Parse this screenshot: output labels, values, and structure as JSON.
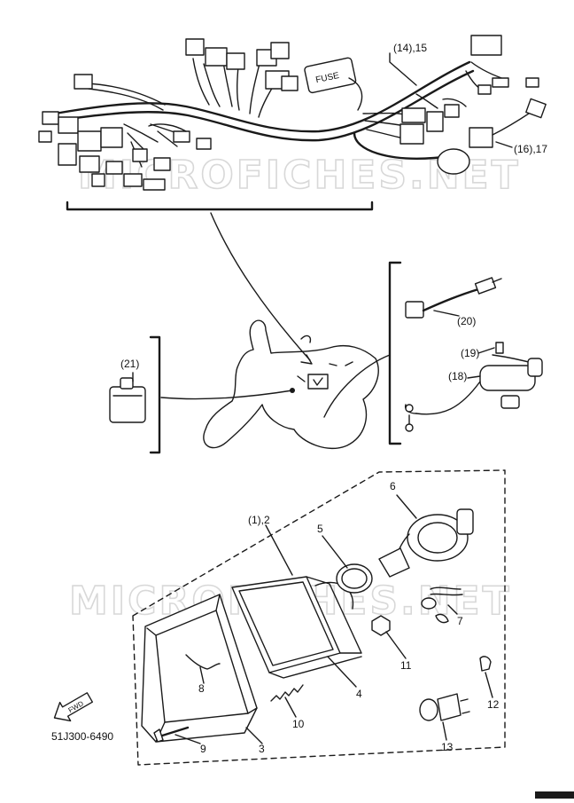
{
  "watermark": "MICROFICHES.NET",
  "diagram_code": "51J300-6490",
  "fwd_label": "FWD",
  "fuse_label": "FUSE",
  "callouts": {
    "c14": "(14),15",
    "c16": "(16),17",
    "c20": "(20)",
    "c19": "(19)",
    "c18": "(18)",
    "c21": "(21)",
    "c1": "(1),2",
    "c3": "3",
    "c4": "4",
    "c5": "5",
    "c6": "6",
    "c7": "7",
    "c8": "8",
    "c9": "9",
    "c10": "10",
    "c11": "11",
    "c12": "12",
    "c13": "13"
  }
}
